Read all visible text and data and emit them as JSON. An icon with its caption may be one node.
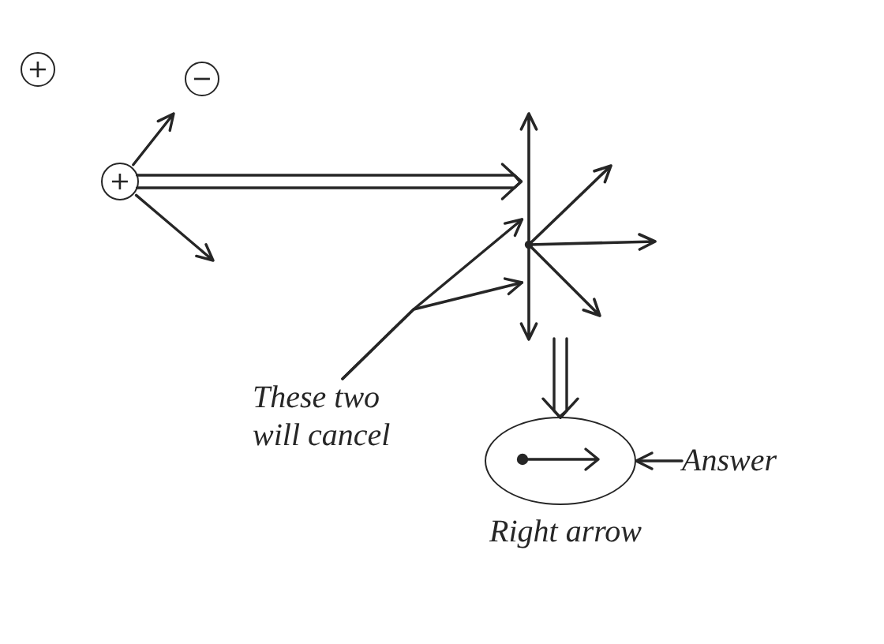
{
  "diagram": {
    "nodes": [
      {
        "text": [
          "+"
        ]
      },
      {
        "text": [
          "−"
        ]
      },
      {
        "text": [
          "+"
        ]
      },
      {
        "text": [],
        "shape": "picture"
      },
      {
        "text": [
          "These two will cancel"
        ]
      },
      {
        "text": [],
        "shape": "ellipse",
        "beside": [
          "Right arrow"
        ]
      },
      {
        "text": [
          "Answer"
        ]
      }
    ],
    "edges": [
      {
        "from": 2,
        "to": 3,
        "arrow": "to"
      },
      {
        "from": 3,
        "to": 5,
        "arrow": "to"
      },
      {
        "from": 4,
        "to": 3,
        "arrow": "to"
      },
      {
        "from": 4,
        "to": 3,
        "arrow": "to"
      },
      {
        "from": 6,
        "to": 5,
        "arrow": "to"
      }
    ]
  }
}
